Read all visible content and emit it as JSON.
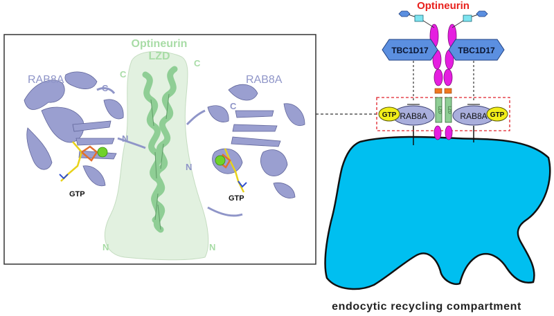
{
  "structure_panel": {
    "optineurin_label_line1": "Optineurin",
    "optineurin_label_line2": "LZD",
    "rab8a_left_label": "RAB8A",
    "rab8a_right_label": "RAB8A",
    "c_left": "C",
    "c_right": "C",
    "n_left": "N",
    "n_right": "N",
    "lzd_c_left": "C",
    "lzd_c_right": "C",
    "lzd_n_left": "N",
    "lzd_n_right": "N",
    "gtp_left": "GTP",
    "gtp_right": "GTP"
  },
  "schematic": {
    "title": "Optineurin",
    "tbc_left": "TBC1D17",
    "tbc_right": "TBC1D17",
    "rab_left": "RAB8A",
    "rab_right": "RAB8A",
    "gtp_left": "GTP",
    "gtp_right": "GTP",
    "lzd_left": "LZD",
    "lzd_right": "LZD",
    "compartment_label": "endocytic recycling compartment"
  },
  "colors": {
    "rab_protein": "#8f95c8",
    "lzd_helix": "#8fce95",
    "title_red": "#e8201c",
    "tbc_blue": "#5b8fe0",
    "optineurin_magenta": "#e51ee0",
    "gtp_yellow": "#f2ee1a",
    "compartment_cyan": "#00bff0",
    "box_red": "#e0202a"
  }
}
